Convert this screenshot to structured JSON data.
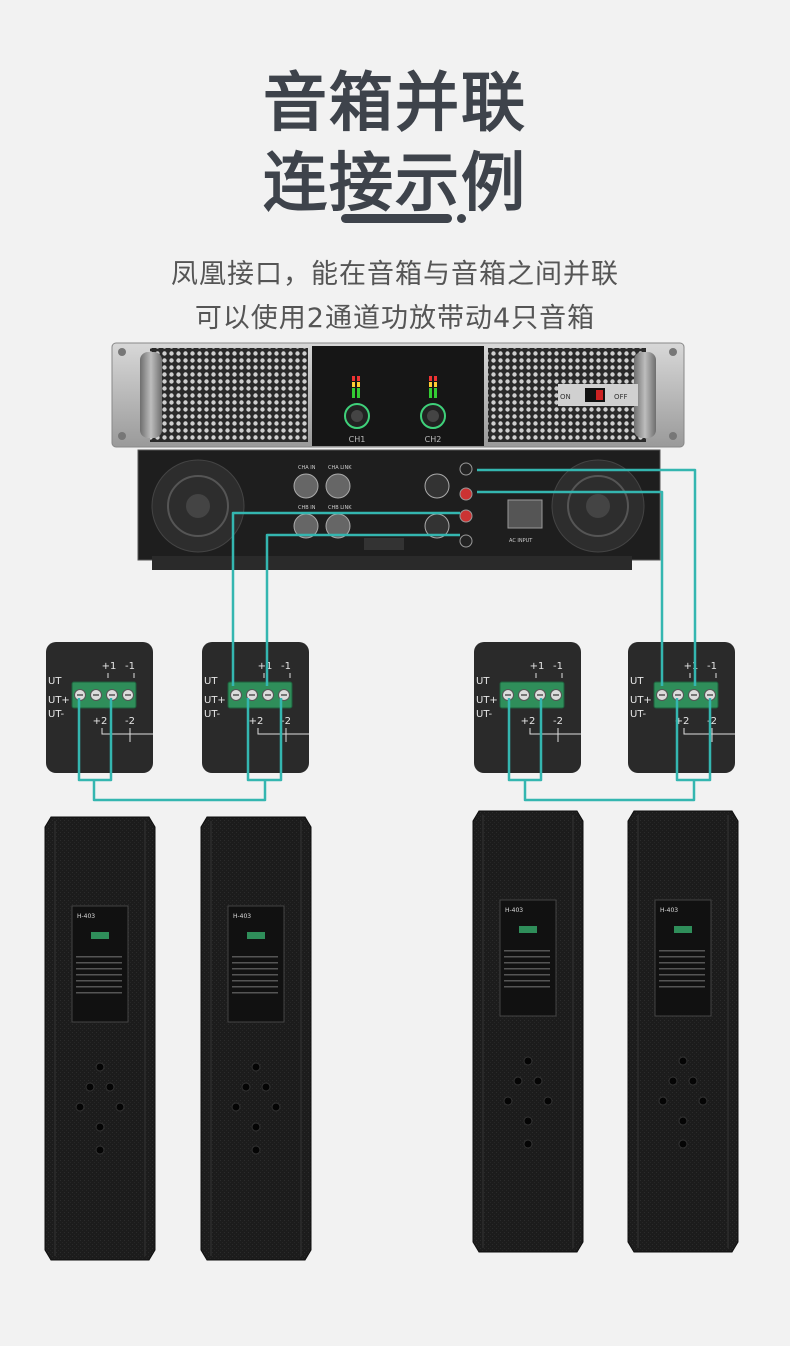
{
  "title": {
    "line1": "音箱并联",
    "line2": "连接示例"
  },
  "subtitle": {
    "line1": "凤凰接口，能在音箱与音箱之间并联",
    "line2": "可以使用2通道功放带动4只音箱"
  },
  "amplifier": {
    "front_ch1": "CH1",
    "front_ch2": "CH2",
    "switch_on": "ON",
    "switch_off": "OFF",
    "rear_cha_in": "CHA IN",
    "rear_cha_link": "CHA LINK",
    "rear_chb_in": "CHB IN",
    "rear_chb_link": "CHB LINK",
    "ac_input": "AC INPUT"
  },
  "terminal_block": {
    "label_out": "UT",
    "label_plus": "UT+",
    "label_minus": "UT-",
    "pin_plus1": "+1",
    "pin_minus1": "-1",
    "pin_plus2": "+2",
    "pin_minus2": "-2"
  },
  "speaker": {
    "model": "H-403"
  },
  "colors": {
    "wire": "#34b6b0",
    "dark": "#3e434b",
    "terminal_green": "#2f8e5a"
  }
}
